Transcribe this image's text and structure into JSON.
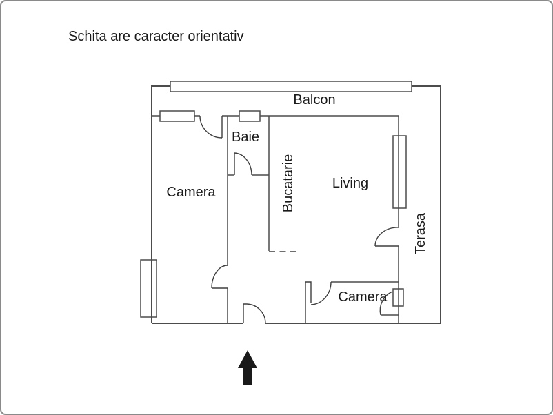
{
  "title": "Schita are caracter orientativ",
  "plan": {
    "rooms": {
      "balcon": {
        "label": "Balcon"
      },
      "camera_left": {
        "label": "Camera"
      },
      "baie": {
        "label": "Baie"
      },
      "bucatarie": {
        "label": "Bucatarie"
      },
      "living": {
        "label": "Living"
      },
      "terasa": {
        "label": "Terasa"
      },
      "camera_bottom": {
        "label": "Camera"
      }
    },
    "icons": {
      "entrance_arrow": "entrance-direction-arrow"
    },
    "colors": {
      "background": "#ffffff",
      "wall": "#4c4c4c",
      "text": "#1a1a1a",
      "arrow": "#1a1a1a",
      "frame_border": "#8a8a8a"
    }
  }
}
